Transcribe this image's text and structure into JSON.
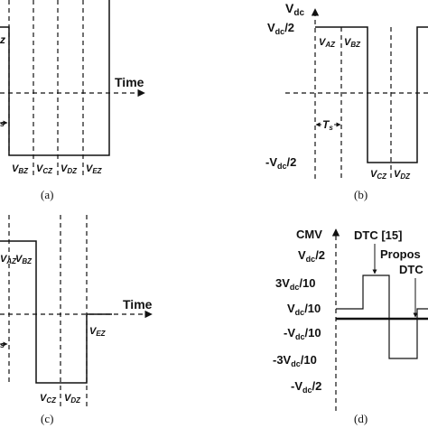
{
  "colors": {
    "ink": "#111111",
    "background": "#ffffff"
  },
  "panel_a": {
    "caption": "(a)",
    "time_label": "Time",
    "partial_top_label": "z",
    "partial_ts_label": "s",
    "bottom_labels": [
      "V",
      "V",
      "V",
      "V"
    ],
    "bottom_subs": [
      "BZ",
      "CZ",
      "DZ",
      "EZ"
    ]
  },
  "panel_b": {
    "caption": "(b)",
    "axis_main": "V",
    "axis_sub": "dc",
    "pos_main": "V",
    "pos_sub": "dc",
    "pos_tail": "/2",
    "neg_main": "-V",
    "neg_sub": "dc",
    "neg_tail": "/2",
    "top_labels": [
      "V",
      "V"
    ],
    "top_subs": [
      "AZ",
      "BZ"
    ],
    "bottom_labels": [
      "V",
      "V"
    ],
    "bottom_subs": [
      "CZ",
      "DZ"
    ],
    "ts_main": "T",
    "ts_sub": "s"
  },
  "panel_c": {
    "caption": "(c)",
    "time_label": "Time",
    "partial_ts_label": "s",
    "top_labels": [
      "V",
      "V"
    ],
    "top_subs": [
      "AZ",
      "BZ"
    ],
    "bottom_labels": [
      "V",
      "V"
    ],
    "bottom_subs": [
      "CZ",
      "DZ"
    ],
    "right_label": "V",
    "right_sub": "EZ"
  },
  "panel_d": {
    "caption": "(d)",
    "axis_label": "CMV",
    "ticks": [
      {
        "pre": "V",
        "sub": "dc",
        "post": "/2"
      },
      {
        "pre": "3V",
        "sub": "dc",
        "post": "/10"
      },
      {
        "pre": "V",
        "sub": "dc",
        "post": "/10"
      },
      {
        "pre": "-V",
        "sub": "dc",
        "post": "/10"
      },
      {
        "pre": "-3V",
        "sub": "dc",
        "post": "/10"
      },
      {
        "pre": "-V",
        "sub": "dc",
        "post": "/2"
      }
    ],
    "dtc_label": "DTC [15]",
    "proposed_label_1": "Propos",
    "proposed_label_2": "DTC"
  }
}
